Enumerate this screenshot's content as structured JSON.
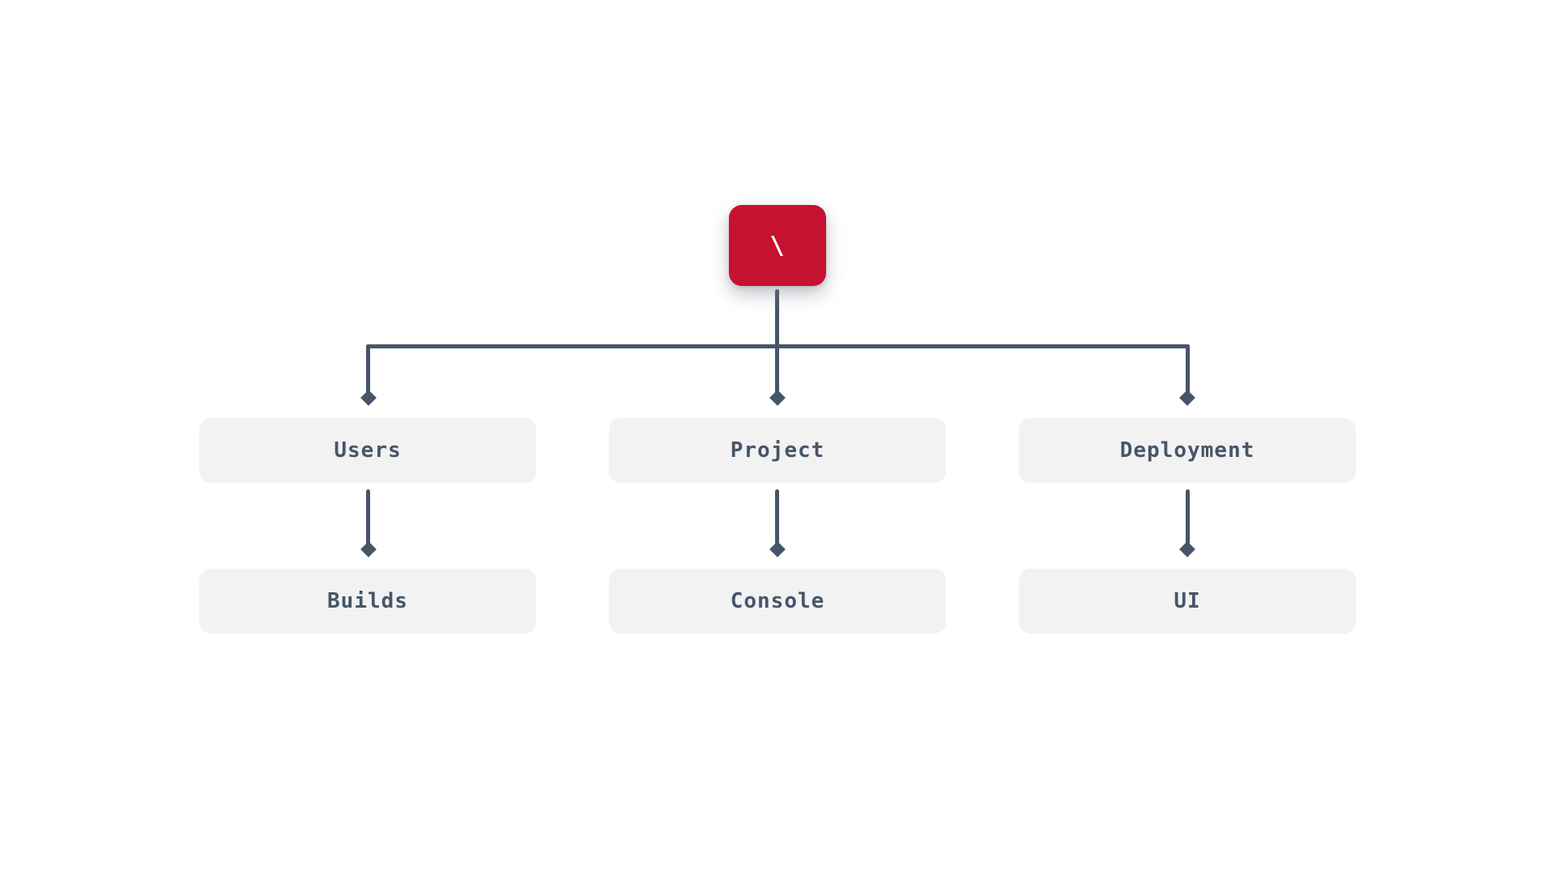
{
  "diagram": {
    "type": "tree",
    "root": {
      "id": "root",
      "label": "\\"
    },
    "level1": [
      {
        "id": "users",
        "label": "Users"
      },
      {
        "id": "project",
        "label": "Project"
      },
      {
        "id": "deployment",
        "label": "Deployment"
      }
    ],
    "level2": [
      {
        "id": "builds",
        "label": "Builds"
      },
      {
        "id": "console",
        "label": "Console"
      },
      {
        "id": "ui",
        "label": "UI"
      }
    ],
    "edges": [
      {
        "from": "root",
        "to": "users"
      },
      {
        "from": "root",
        "to": "project"
      },
      {
        "from": "root",
        "to": "deployment"
      },
      {
        "from": "users",
        "to": "builds"
      },
      {
        "from": "project",
        "to": "console"
      },
      {
        "from": "deployment",
        "to": "ui"
      }
    ],
    "arrowhead_style": "diamond"
  },
  "colors": {
    "background": "#ffffff",
    "root_node": "#c5122f",
    "root_text": "#ffffff",
    "connector": "#475569",
    "child_node": "#f2f2f3",
    "child_text": "#475569"
  }
}
